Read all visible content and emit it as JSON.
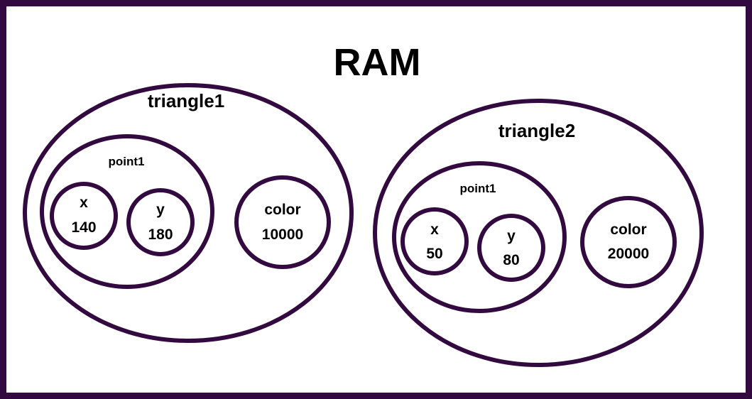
{
  "colors": {
    "outline": "#330a3f",
    "text": "#000000",
    "background": "#ffffff"
  },
  "title": "RAM",
  "triangle1": {
    "name": "triangle1",
    "point": {
      "name": "point1",
      "x": {
        "label": "x",
        "value": "140"
      },
      "y": {
        "label": "y",
        "value": "180"
      }
    },
    "color": {
      "label": "color",
      "value": "10000"
    }
  },
  "triangle2": {
    "name": "triangle2",
    "point": {
      "name": "point1",
      "x": {
        "label": "x",
        "value": "50"
      },
      "y": {
        "label": "y",
        "value": "80"
      }
    },
    "color": {
      "label": "color",
      "value": "20000"
    }
  }
}
